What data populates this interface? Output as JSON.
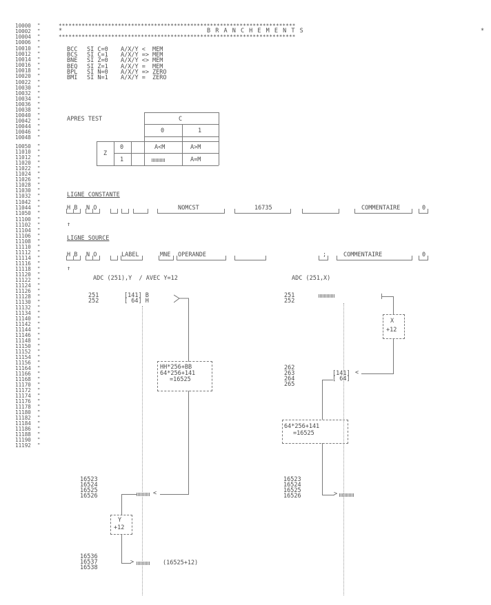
{
  "gutter": [
    "10000",
    "10002",
    "10004",
    "10006",
    "10010",
    "10012",
    "10014",
    "10016",
    "10018",
    "10020",
    "10022",
    "10030",
    "10032",
    "10034",
    "10036",
    "10038",
    "10040",
    "10042",
    "10044",
    "10046",
    "10048",
    "10050",
    "11010",
    "11012",
    "11020",
    "11022",
    "11024",
    "11026",
    "11028",
    "11030",
    "11032",
    "11042",
    "11044",
    "11050",
    "11100",
    "11102",
    "11104",
    "11106",
    "11108",
    "11110",
    "11112",
    "11114",
    "11116",
    "11118",
    "11120",
    "11122",
    "11124",
    "11126",
    "11128",
    "11130",
    "11132",
    "11134",
    "11140",
    "11142",
    "11144",
    "11146",
    "11148",
    "11150",
    "11152",
    "11154",
    "11156",
    "11164",
    "11166",
    "11168",
    "11170",
    "11172",
    "11174",
    "11176",
    "11178",
    "11180",
    "11182",
    "11184",
    "11186",
    "11188",
    "11190",
    "11192"
  ],
  "quote": "\"",
  "header": {
    "stars": "************************************************************************",
    "edge": "*",
    "title": "B R A N C H E M E N T S"
  },
  "branches": [
    {
      "mn": "BCC",
      "cond": "SI C=0",
      "rel": "A/X/Y <  MEM"
    },
    {
      "mn": "BCS",
      "cond": "SI C=1",
      "rel": "A/X/Y => MEM"
    },
    {
      "mn": "BNE",
      "cond": "SI Z=0",
      "rel": "A/X/Y <> MEM"
    },
    {
      "mn": "BEQ",
      "cond": "SI Z=1",
      "rel": "A/X/Y =  MEM"
    },
    {
      "mn": "BPL",
      "cond": "SI N=0",
      "rel": "A/X/Y => ZERO"
    },
    {
      "mn": "BMI",
      "cond": "SI N=1",
      "rel": "A/X/Y =  ZERO"
    }
  ],
  "test_table": {
    "label": "APRES TEST",
    "col_head": "C",
    "row_head": "Z",
    "c0": "0",
    "c1": "1",
    "r0": "0",
    "r1": "1",
    "cell_00": "A<M",
    "cell_01": "A>M",
    "cell_11": "A=M"
  },
  "ligne_constante": {
    "title": "LIGNE CONSTANTE",
    "f_hb": "H B",
    "f_no": "N O",
    "f_name": "NOMCST",
    "f_value": "16735",
    "f_comment": "COMMENTAIRE",
    "f_zero": "0",
    "arrow": "↑"
  },
  "ligne_source": {
    "title": "LIGNE SOURCE",
    "f_hb": "H B",
    "f_no": "N O",
    "f_label": "LABEL",
    "f_mne": "MNE",
    "f_operande": "OPERANDE",
    "f_semi": ";",
    "f_comment": "COMMENTAIRE",
    "f_zero": "0",
    "arrow": "↑"
  },
  "left_diagram": {
    "title": "ADC (251),Y  / AVEC Y=12",
    "a1": "251",
    "a2": "252",
    "m1": "[141] B",
    "m2": "[ 64] H",
    "calc1": "HH*256+BB",
    "calc2": "64*256+141",
    "calc3": "=16525",
    "r1": "16523",
    "r2": "16524",
    "r3": "16525",
    "r4": "16526",
    "yb1": "Y",
    "yb2": "+12",
    "e1": "16536",
    "e2": "16537",
    "e3": "16538",
    "note": "(16525+12)"
  },
  "right_diagram": {
    "title": "ADC (251,X)",
    "a1": "251",
    "a2": "252",
    "xb1": "X",
    "xb2": "+12",
    "b1": "262",
    "b2": "263",
    "b3": "264",
    "b4": "265",
    "m1": "[141]",
    "m2": "[ 64]",
    "calc1": "64*256+141",
    "calc2": "=16525",
    "r1": "16523",
    "r2": "16524",
    "r3": "16525",
    "r4": "16526"
  }
}
